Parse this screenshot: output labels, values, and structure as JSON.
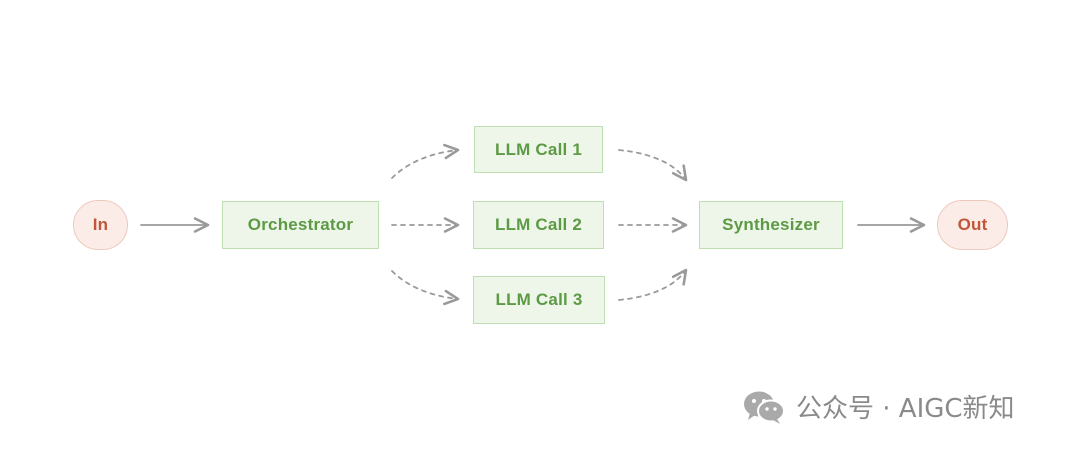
{
  "diagram": {
    "input_label": "In",
    "output_label": "Out",
    "orchestrator_label": "Orchestrator",
    "synthesizer_label": "Synthesizer",
    "llm_calls": [
      "LLM Call 1",
      "LLM Call 2",
      "LLM Call 3"
    ]
  },
  "watermark": {
    "text": "公众号 · AIGC新知",
    "icon": "wechat-icon"
  },
  "colors": {
    "terminal_fill": "#fbece7",
    "terminal_border": "#edc9bd",
    "terminal_text": "#c0563a",
    "box_fill": "#edf6e8",
    "box_border": "#bfdeb1",
    "box_text": "#5d9a45",
    "arrow": "#9a9a9a",
    "watermark_text": "#8a8a8a"
  }
}
